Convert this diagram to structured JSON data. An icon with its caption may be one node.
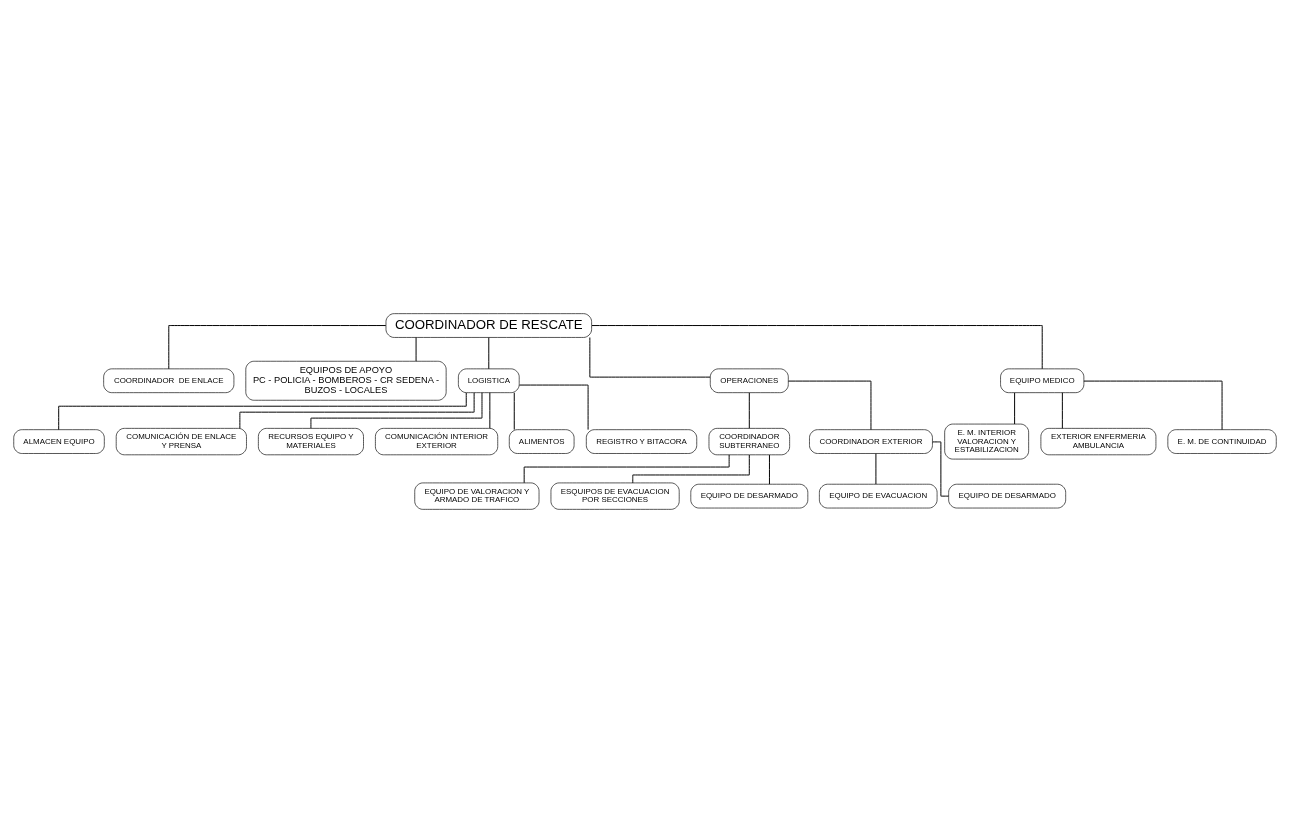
{
  "diagram": {
    "nodes": [
      {
        "text": [
          "COORDINADOR DE RESCATE"
        ]
      },
      {
        "text": [
          "COORDINADOR  DE ENLACE"
        ]
      },
      {
        "text": [
          "EQUIPOS DE APOYO",
          "PC - POLICIA - BOMBEROS - CR SEDENA - BUZOS - LOCALES"
        ]
      },
      {
        "text": [
          "LOGISTICA"
        ]
      },
      {
        "text": [
          "OPERACIONES"
        ]
      },
      {
        "text": [
          "EQUIPO MEDICO"
        ]
      },
      {
        "text": [
          "COORDINADOR SUBTERRANEO"
        ]
      },
      {
        "text": [
          "COORDINADOR EXTERIOR"
        ]
      },
      {
        "text": [
          "E. M. INTERIOR VALORACION Y ESTABILIZACION"
        ]
      },
      {
        "text": [
          "EXTERIOR ENFERMERIA AMBULANCIA"
        ]
      },
      {
        "text": [
          "ALMACEN EQUIPO"
        ]
      },
      {
        "text": [
          "COMUNICACIÓN DE ENLACE Y PRENSA"
        ]
      },
      {
        "text": [
          "EQUIPO DE VALORACION Y ARMADO DE TRAFICO"
        ]
      },
      {
        "text": [
          "EQUIPO DE EVACUACION"
        ]
      },
      {
        "text": [
          "E. M. DE CONTINUIDAD"
        ]
      },
      {
        "text": [
          "RECURSOS EQUIPO Y MATERIALES"
        ]
      },
      {
        "text": [
          "COMUNICACIÓN INTERIOR EXTERIOR"
        ]
      },
      {
        "text": [
          "ESQUIPOS DE EVACUACION POR SECCIONES"
        ]
      },
      {
        "text": [
          "EQUIPO DE DESARMADO"
        ]
      },
      {
        "text": [
          "ALIMENTOS"
        ]
      },
      {
        "text": [
          "REGISTRO Y BITACORA"
        ]
      },
      {
        "text": [
          "EQUIPO DE DESARMADO"
        ]
      }
    ],
    "edges": [
      {
        "from": 0,
        "to": 1,
        "arrow": "none"
      },
      {
        "from": 0,
        "to": 2,
        "arrow": "none"
      },
      {
        "from": 0,
        "to": 3,
        "arrow": "none"
      },
      {
        "from": 0,
        "to": 4,
        "arrow": "none"
      },
      {
        "from": 0,
        "to": 5,
        "arrow": "none"
      },
      {
        "from": 3,
        "to": 10,
        "arrow": "none"
      },
      {
        "from": 3,
        "to": 11,
        "arrow": "none"
      },
      {
        "from": 3,
        "to": 15,
        "arrow": "none"
      },
      {
        "from": 3,
        "to": 16,
        "arrow": "none"
      },
      {
        "from": 3,
        "to": 19,
        "arrow": "none"
      },
      {
        "from": 3,
        "to": 20,
        "arrow": "none"
      },
      {
        "from": 4,
        "to": 6,
        "arrow": "none"
      },
      {
        "from": 4,
        "to": 7,
        "arrow": "none"
      },
      {
        "from": 6,
        "to": 12,
        "arrow": "none"
      },
      {
        "from": 6,
        "to": 17,
        "arrow": "none"
      },
      {
        "from": 6,
        "to": 21,
        "arrow": "none"
      },
      {
        "from": 7,
        "to": 13,
        "arrow": "none"
      },
      {
        "from": 7,
        "to": 18,
        "arrow": "none"
      },
      {
        "from": 5,
        "to": 8,
        "arrow": "none"
      },
      {
        "from": 5,
        "to": 9,
        "arrow": "none"
      },
      {
        "from": 5,
        "to": 14,
        "arrow": "none"
      }
    ]
  }
}
